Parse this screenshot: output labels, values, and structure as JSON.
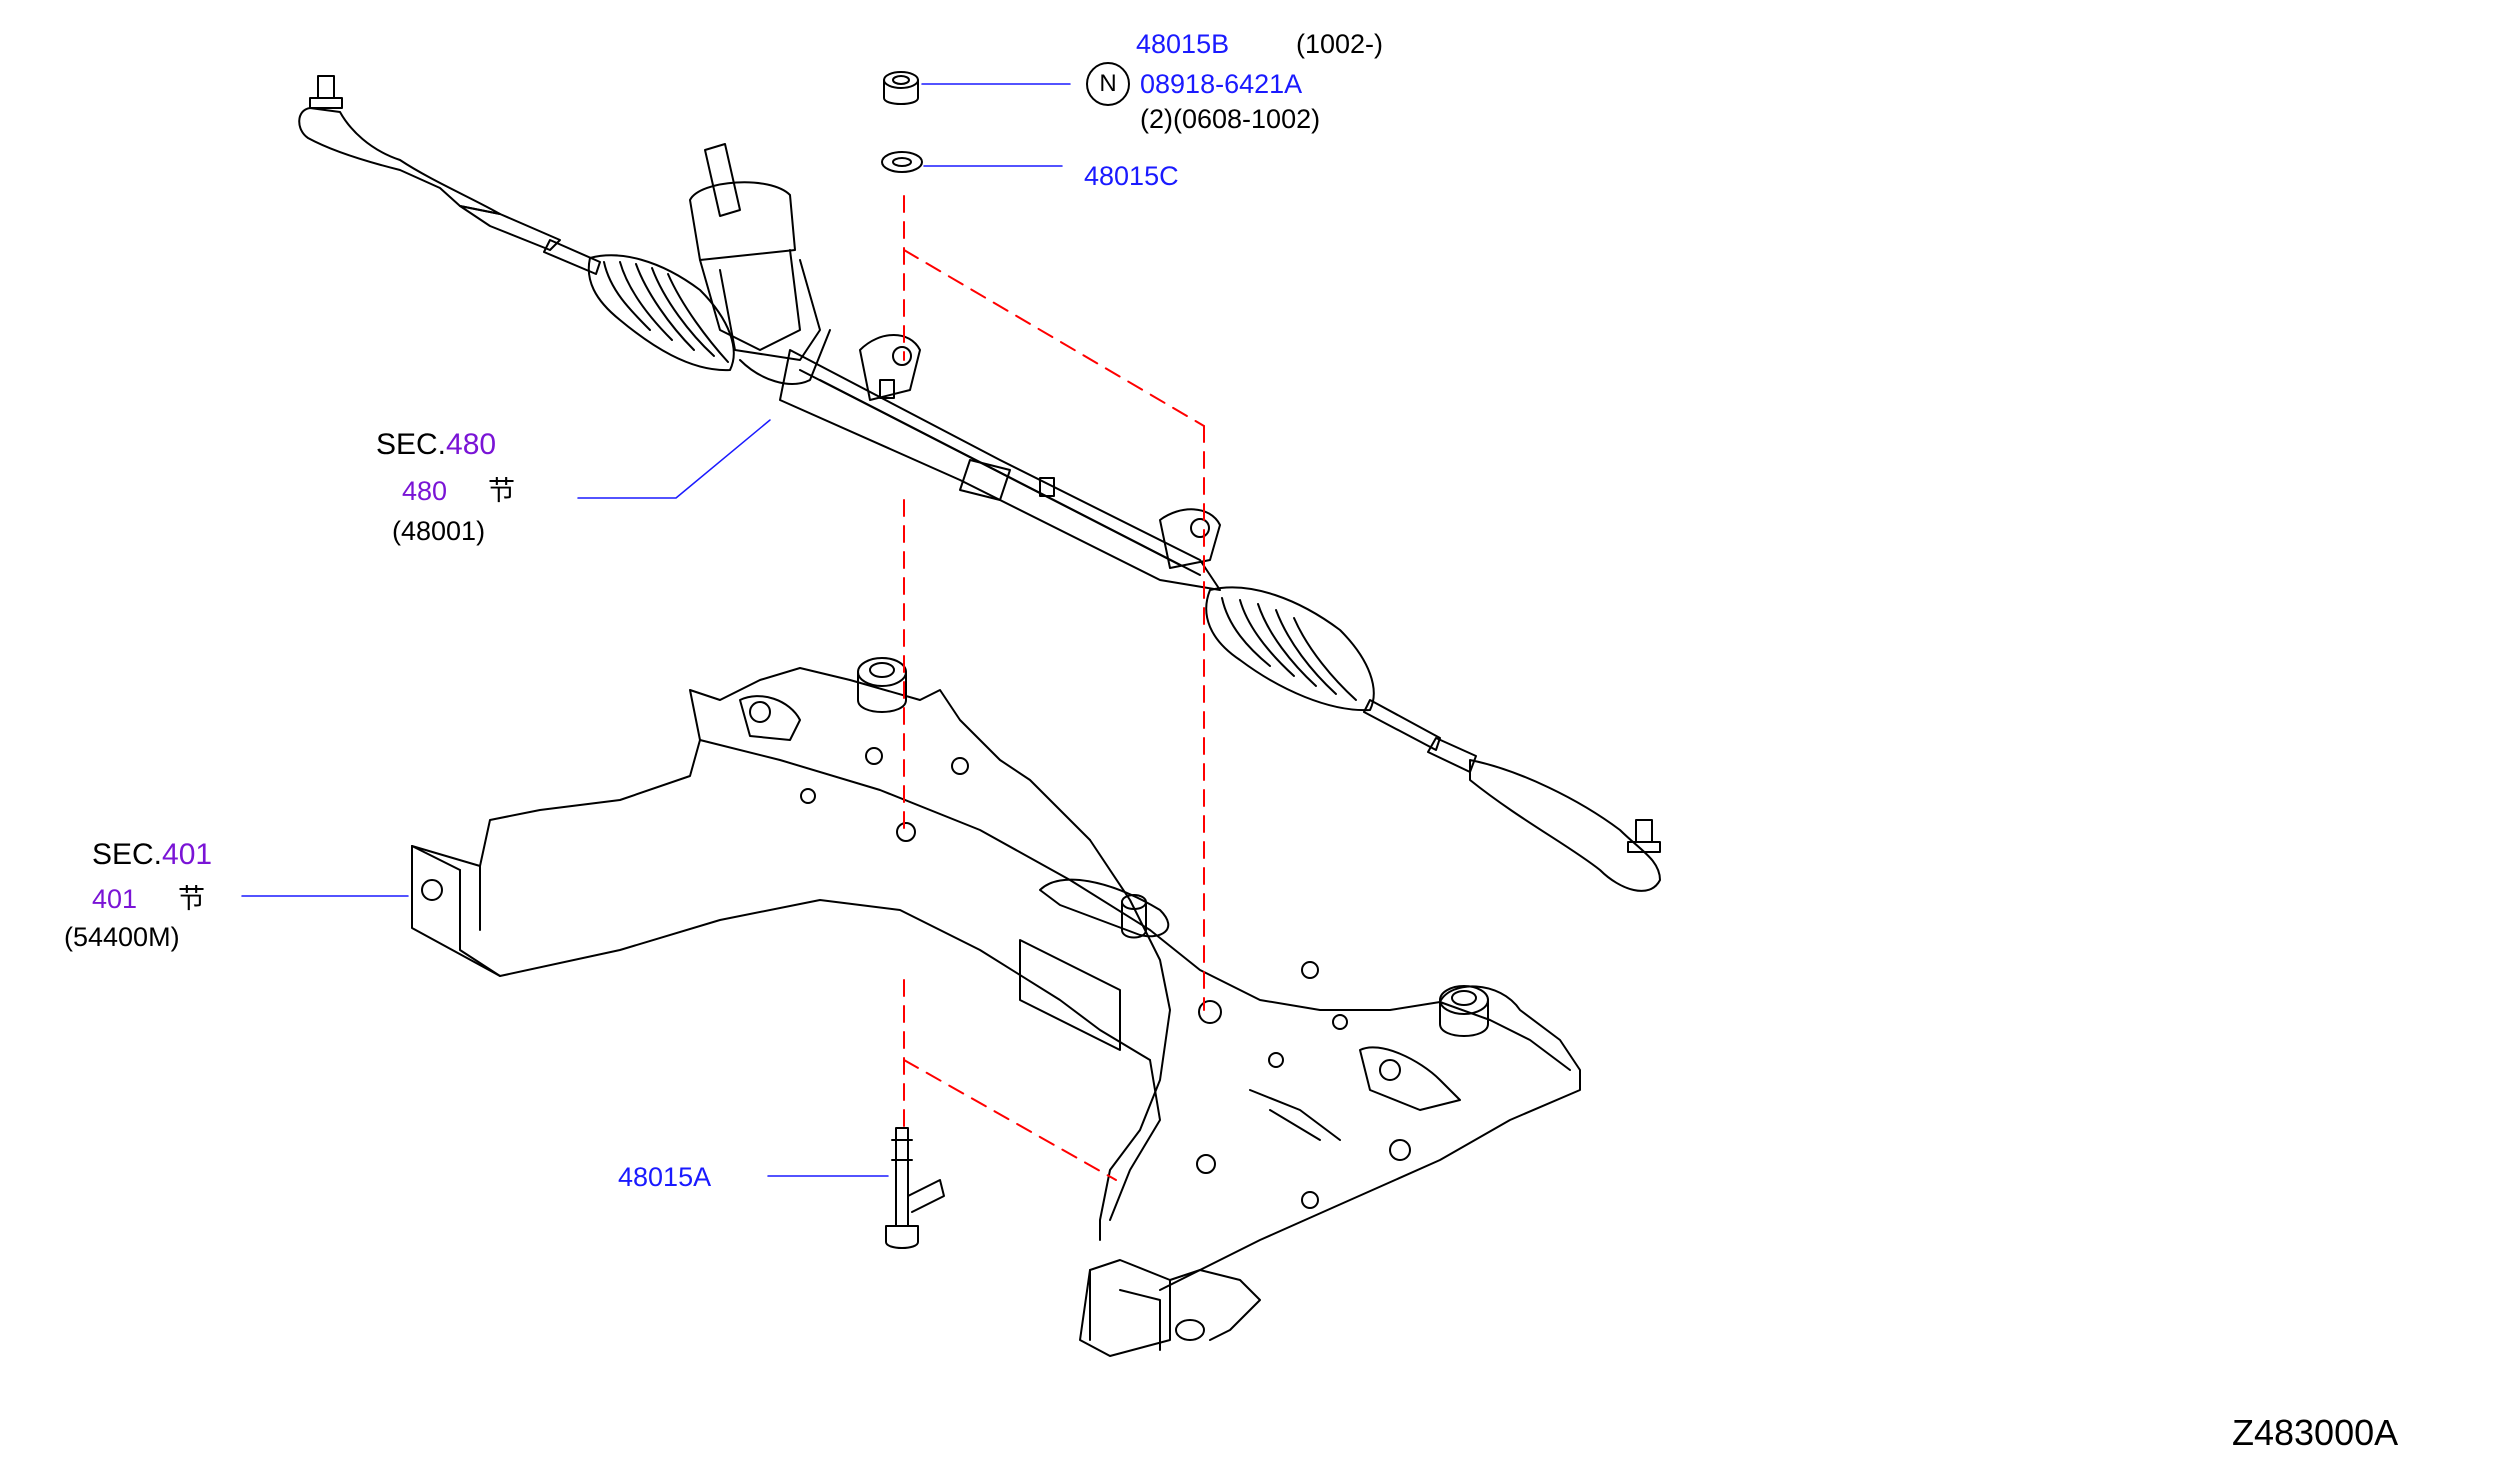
{
  "colors": {
    "part_number": "#1a1aff",
    "section_ref": "#7a14d6",
    "text": "#000000",
    "dash": "#ff0000",
    "leader": "#1a1aff",
    "line": "#000000"
  },
  "nut": {
    "part": "48015B",
    "range": "(1002-)",
    "notice_symbol": "N",
    "alt_part": "08918-6421A",
    "alt_qty_range": "(2)(0608-1002)"
  },
  "washer": {
    "part": "48015C"
  },
  "steering_gear": {
    "sec_prefix": "SEC.",
    "sec_num": "480",
    "section": "480",
    "cn": "节",
    "part_ref": "(48001)"
  },
  "member": {
    "sec_prefix": "SEC.",
    "sec_num": "401",
    "section": "401",
    "cn": "节",
    "part_ref": "(54400M)"
  },
  "bolt": {
    "part": "48015A"
  },
  "figure_code": "Z483000A"
}
